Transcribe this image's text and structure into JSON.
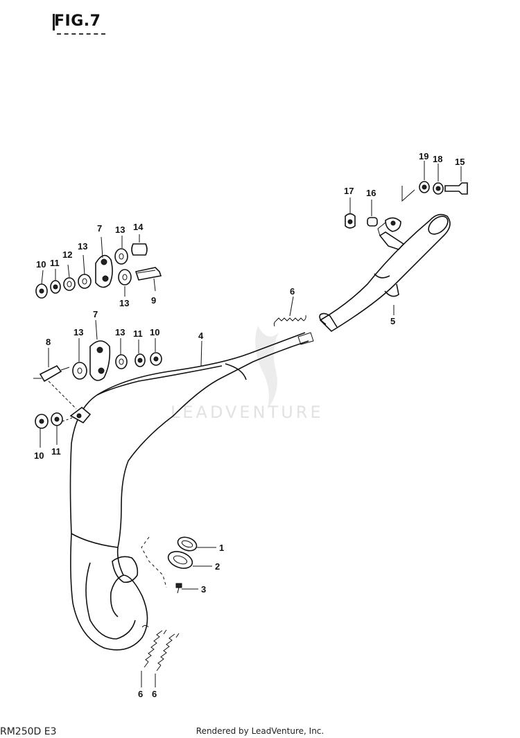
{
  "figure": {
    "title": "FIG.7"
  },
  "footer": {
    "model_code": "RM250D  E3",
    "credit": "Rendered by LeadVenture, Inc."
  },
  "watermark": {
    "text": "LEADVENTURE"
  },
  "callouts": [
    "1",
    "2",
    "3",
    "4",
    "5",
    "6",
    "6",
    "6",
    "7",
    "7",
    "8",
    "9",
    "10",
    "10",
    "10",
    "11",
    "11",
    "11",
    "12",
    "13",
    "13",
    "13",
    "13",
    "13",
    "14",
    "15",
    "16",
    "17",
    "18",
    "19"
  ]
}
